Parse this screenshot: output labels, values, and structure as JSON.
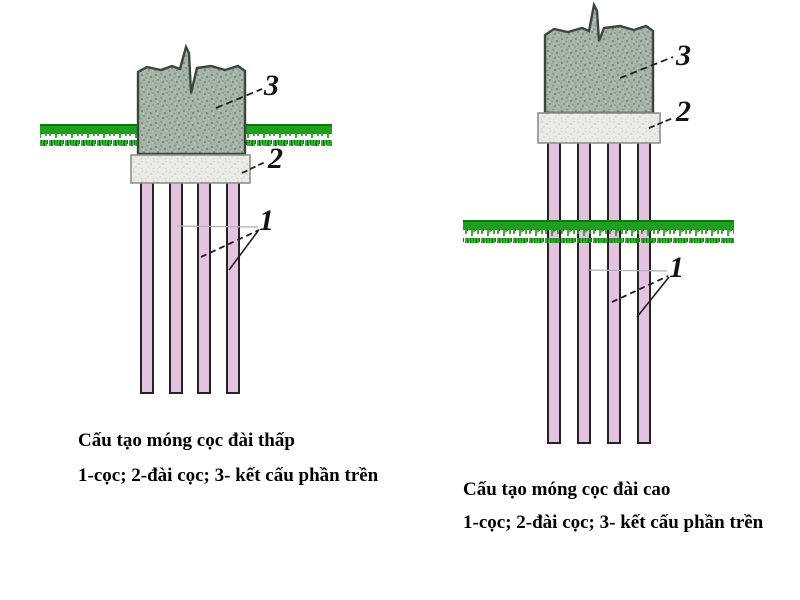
{
  "figures": [
    {
      "name": "low-pile-cap",
      "caption_title": "Cấu tạo móng cọc đài thấp",
      "caption_legend": "1-cọc; 2-đài cọc; 3- kết cấu phần trền",
      "labels": {
        "piles": "1",
        "pile_cap": "2",
        "superstructure": "3"
      }
    },
    {
      "name": "high-pile-cap",
      "caption_title": "Cấu tạo móng cọc đài cao",
      "caption_legend": "1-cọc; 2-đài cọc; 3- kết cấu phần trền",
      "labels": {
        "piles": "1",
        "pile_cap": "2",
        "superstructure": "3"
      }
    }
  ],
  "colors": {
    "grass": "#1f9e1f",
    "grass_dark": "#0b7a0b",
    "block_base": "#a4b5a7",
    "block_speckle": "#6f8476",
    "block_speckle_light": "#c3cfc5",
    "cap_base": "#eaeae6",
    "cap_speckle": "#cfcfc7",
    "pile_fill": "#e4c3e0",
    "pile_outline": "#242424",
    "outline": "#3d453f",
    "leader_dark": "#1e1e1e",
    "leader_gray": "#b0b0b0"
  }
}
